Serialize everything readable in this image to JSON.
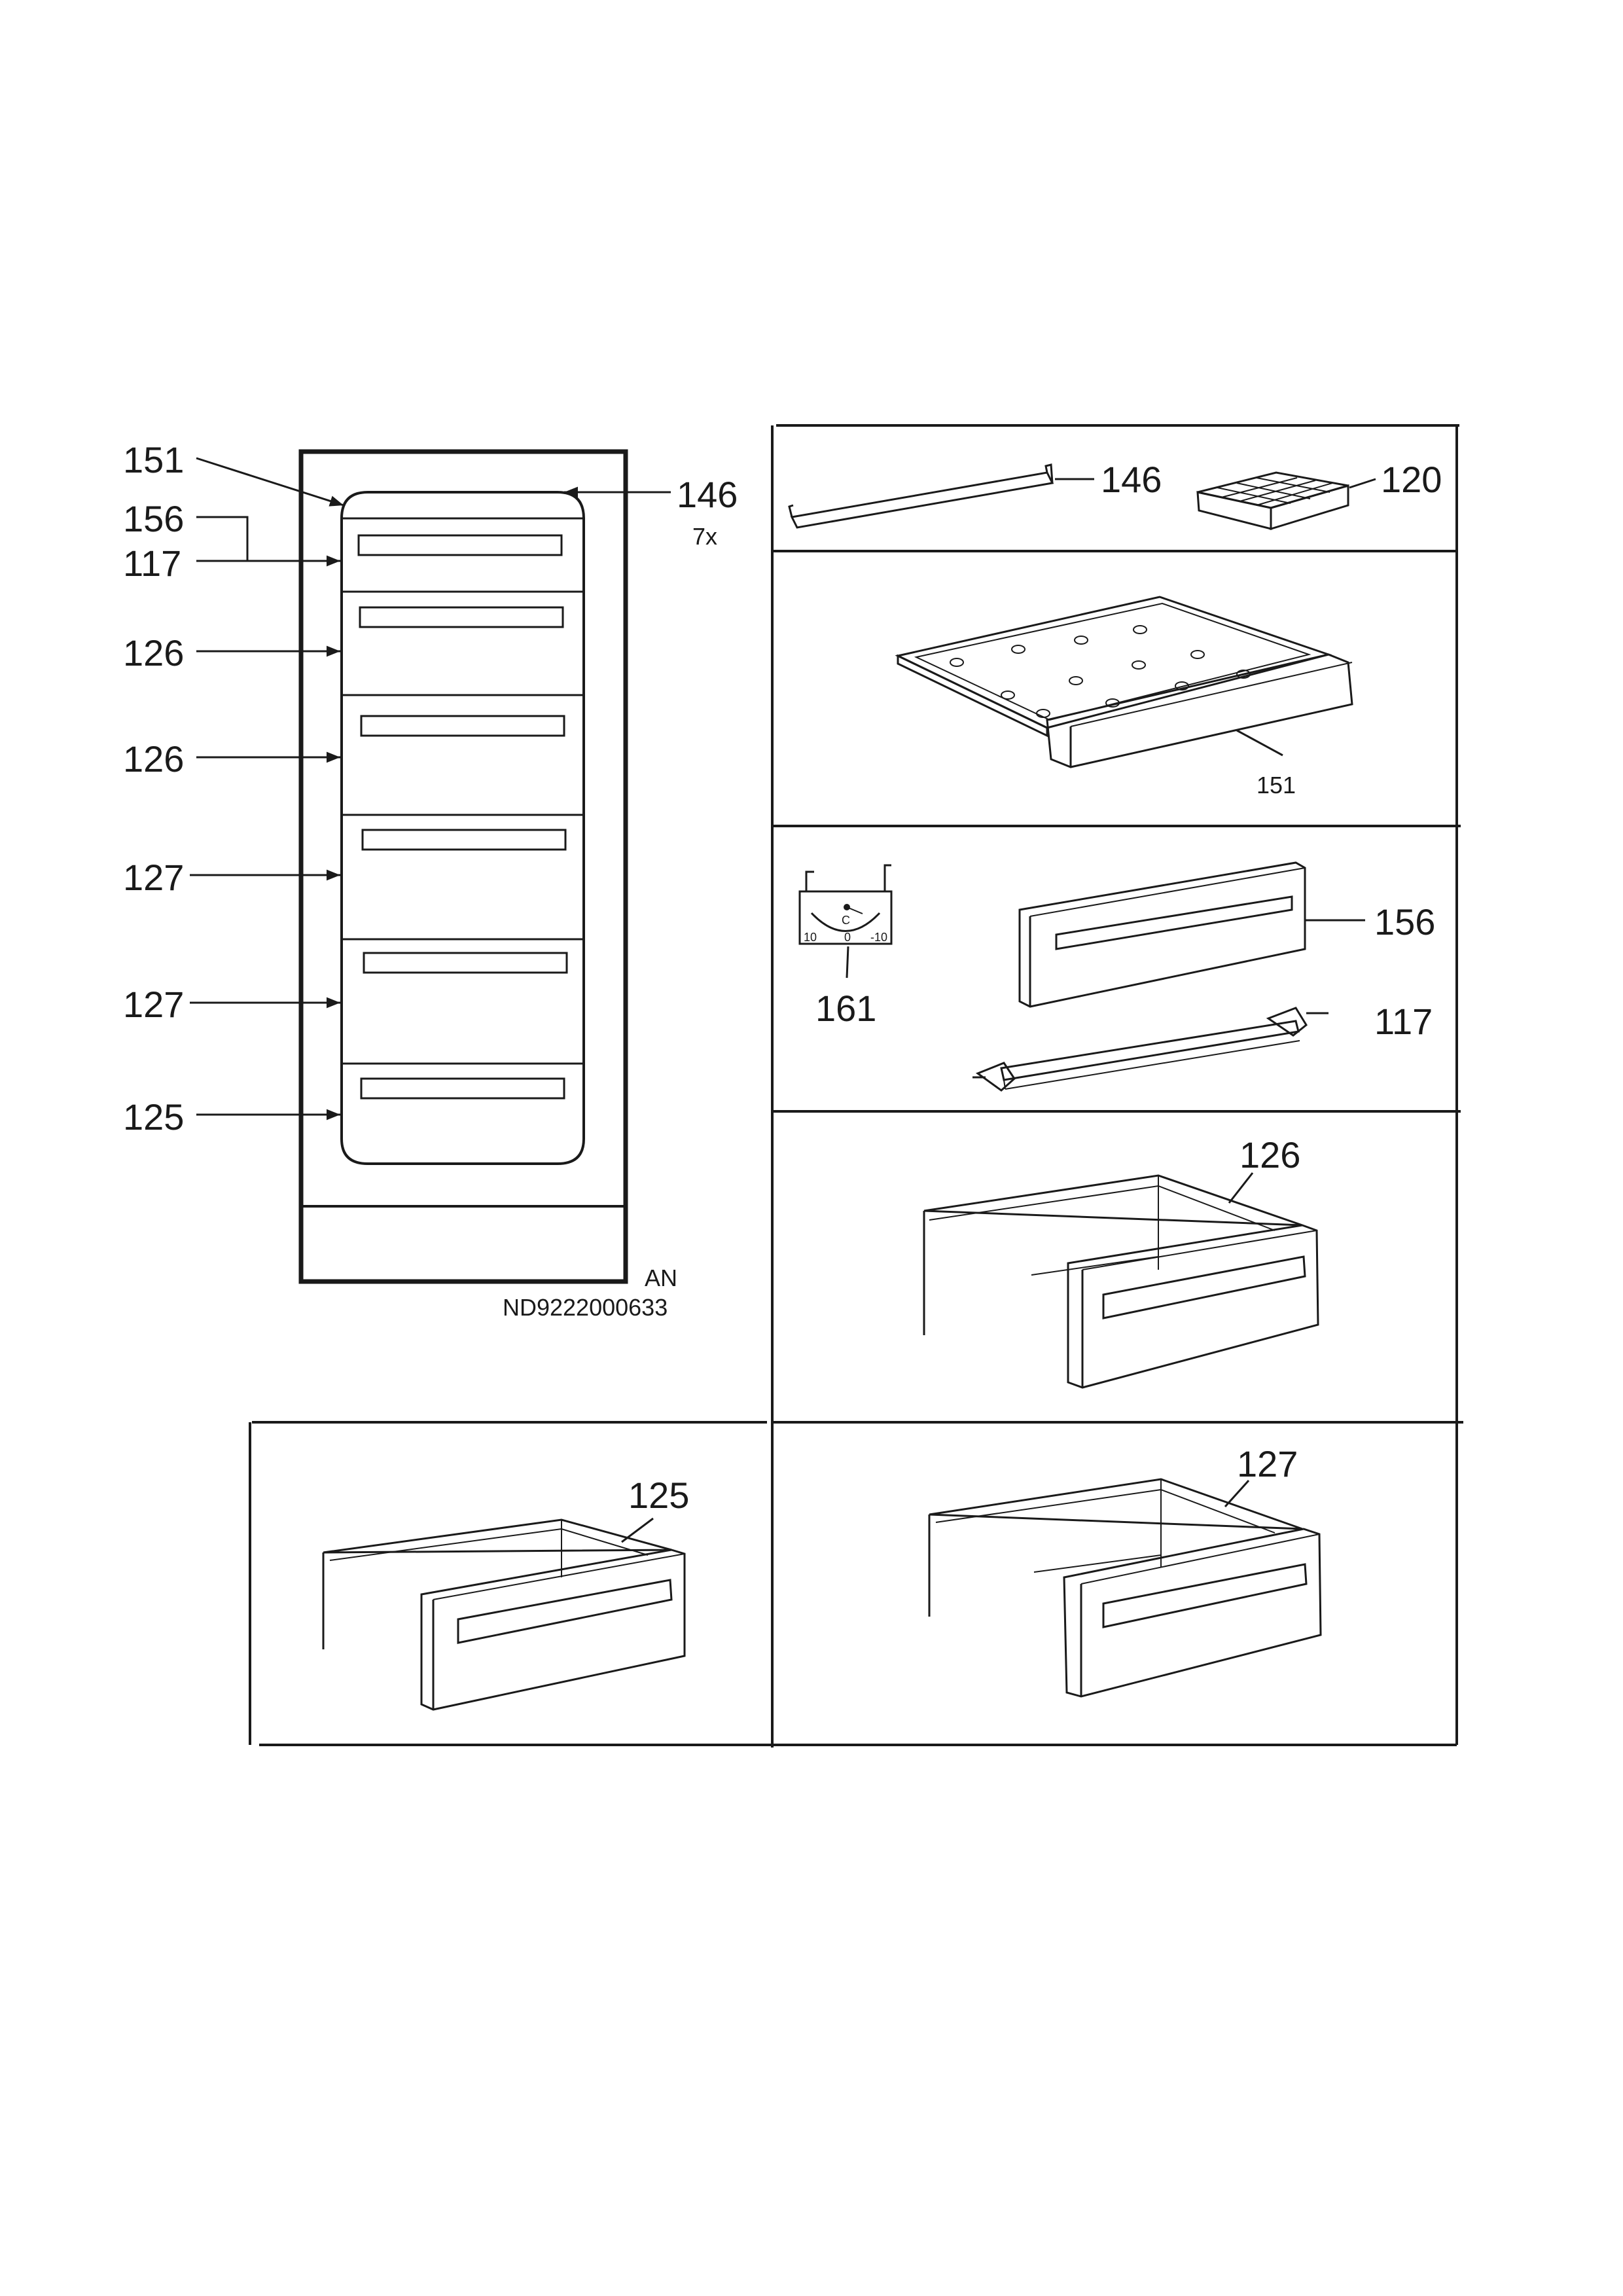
{
  "overview": {
    "callouts": [
      "151",
      "156",
      "117",
      "126",
      "126",
      "127",
      "127",
      "125"
    ],
    "top_callout": "146",
    "quantity": "7x",
    "variant": "AN",
    "drawing_number": "ND9222000633"
  },
  "parts": {
    "rail": "146",
    "ice_tray": "120",
    "shelf": "151",
    "thermometer": "161",
    "thermometer_unit": "C",
    "thermometer_scale": [
      "10",
      "0",
      "-10"
    ],
    "front_panel": "156",
    "bracket": "117",
    "drawer_large": "126",
    "drawer_small": "125",
    "drawer_medium": "127"
  }
}
